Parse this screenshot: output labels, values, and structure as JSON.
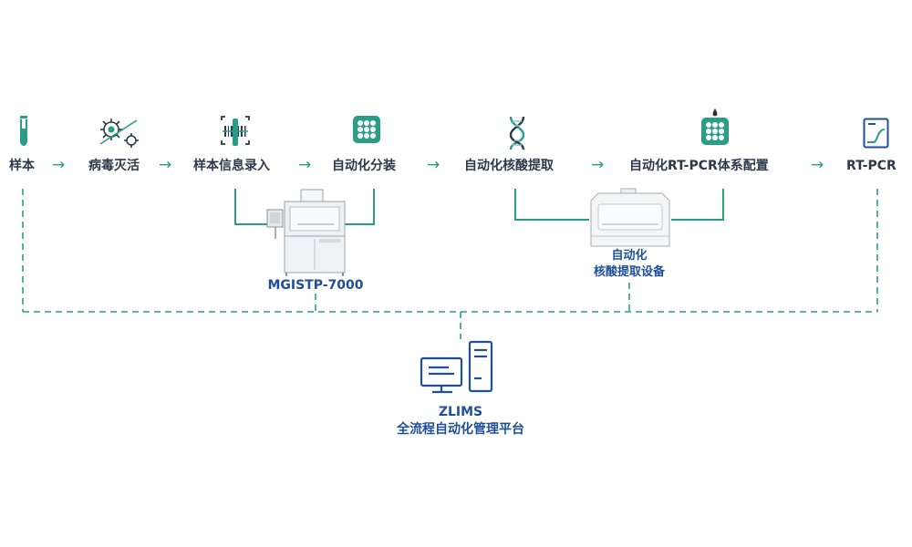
{
  "colors": {
    "accent": "#2a9d88",
    "text": "#2b3a4a",
    "brand_blue": "#1f4e9c"
  },
  "workflow": {
    "steps": [
      {
        "label": "样本",
        "icon": "sample-tube-icon"
      },
      {
        "label": "病毒灭活",
        "icon": "virus-inactivation-icon"
      },
      {
        "label": "样本信息录入",
        "icon": "barcode-scanner-icon"
      },
      {
        "label": "自动化分装",
        "icon": "well-plate-icon"
      },
      {
        "label": "自动化核酸提取",
        "icon": "dna-helix-icon"
      },
      {
        "label": "自动化RT-PCR体系配置",
        "icon": "pcr-plate-icon"
      },
      {
        "label": "RT-PCR",
        "icon": "amplification-curve-icon"
      }
    ],
    "arrow_glyph": "→"
  },
  "devices": {
    "mgistp": {
      "label": "MGISTP-7000"
    },
    "extractor": {
      "label_line1": "自动化",
      "label_line2": "核酸提取设备"
    }
  },
  "platform": {
    "name": "ZLIMS",
    "subtitle": "全流程自动化管理平台"
  }
}
